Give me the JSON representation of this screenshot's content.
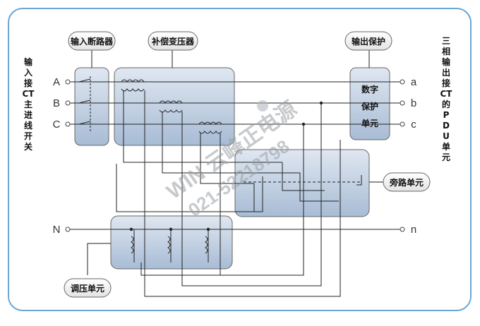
{
  "labels": {
    "input_breaker": "输入断路器",
    "comp_transformer": "补偿变压器",
    "output_protect": "输出保护",
    "digital_protect": [
      "数字",
      "保护",
      "单元"
    ],
    "bypass_unit": "旁路单元",
    "regulator_unit": "调压单元"
  },
  "left_vertical": [
    "输",
    "入",
    "接",
    "CT",
    "主",
    "进",
    "线",
    "开",
    "关"
  ],
  "right_vertical": [
    "三",
    "相",
    "输",
    "出",
    "接",
    "CT",
    "的",
    "P",
    "D",
    "U",
    "单",
    "元"
  ],
  "inputs": [
    "A",
    "B",
    "C",
    "N"
  ],
  "outputs": [
    "a",
    "b",
    "c",
    "n"
  ],
  "watermark": {
    "brand": "WIN 云峰正电源",
    "phone": "021-52218798"
  },
  "colors": {
    "frame": "#6aa6d6",
    "box_fill_light": "#e8eef6",
    "box_fill_dark": "#a9bdd6",
    "box_stroke": "#5a5a5a",
    "wire": "#222222"
  }
}
